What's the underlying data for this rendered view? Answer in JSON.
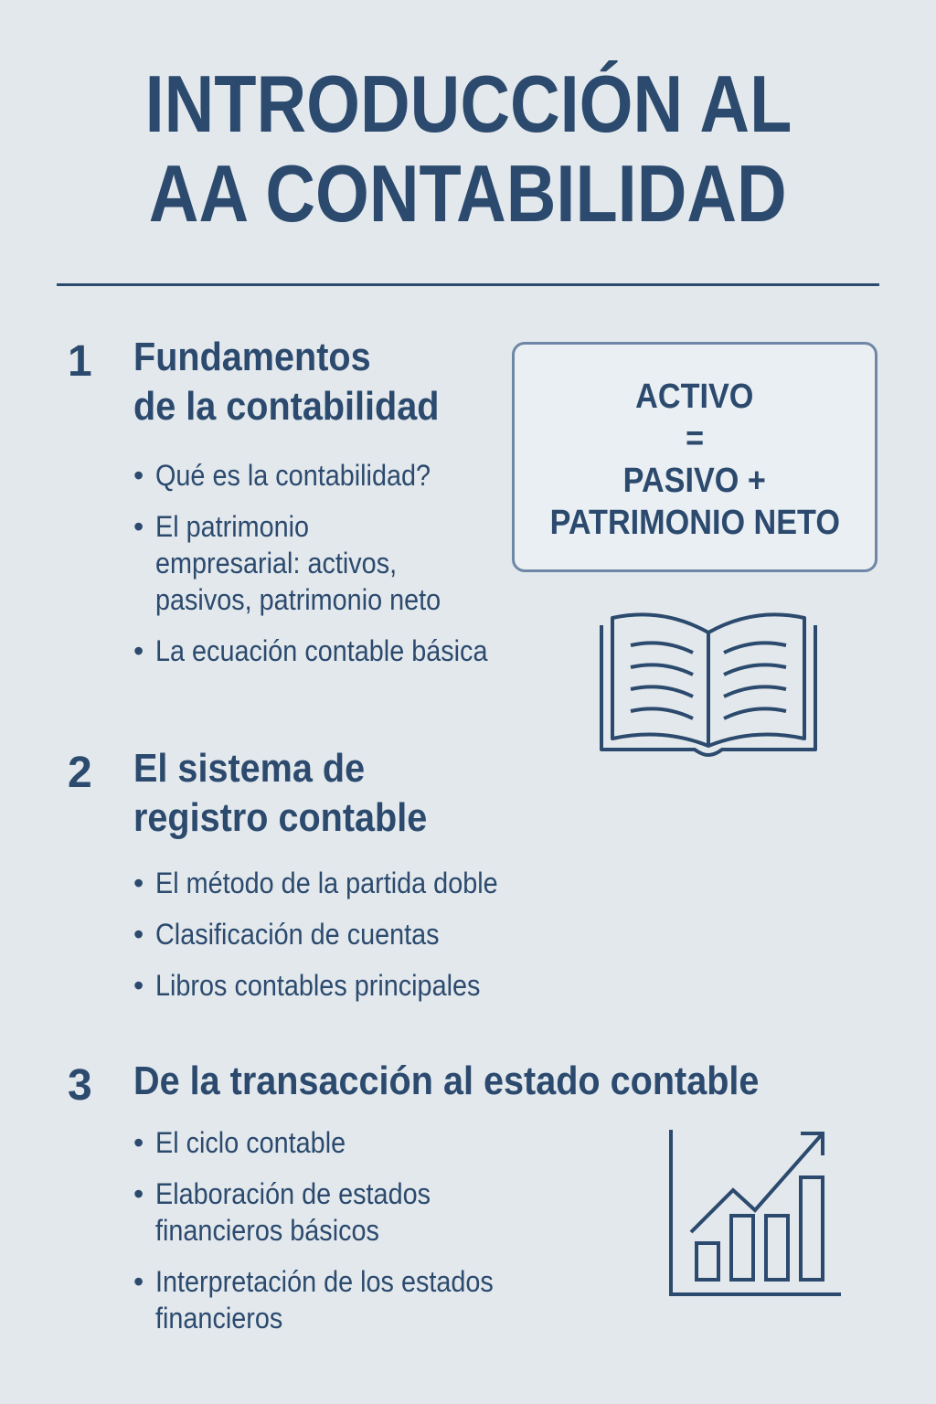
{
  "title": {
    "line1": "INTRODUCCIÓN AL",
    "line2": "AA CONTABILIDAD"
  },
  "sections": [
    {
      "number": "1",
      "heading": [
        "Fundamentos",
        "de la contabilidad"
      ],
      "items": [
        "Qué es la contabilidad?",
        "El patrimonio\nempresarial: activos,\npasivos, patrimonio neto",
        "La ecuación contable básica"
      ]
    },
    {
      "number": "2",
      "heading": [
        "El sistema de",
        "registro contable"
      ],
      "items": [
        "El método de la partida doble",
        "Clasificación de cuentas",
        "Libros contables principales"
      ]
    },
    {
      "number": "3",
      "heading": [
        "De la transacción al estado contable"
      ],
      "items": [
        "El ciclo contable",
        "Elaboración de estados\nfinancieros básicos",
        "Interpretación de los estados\nfinancieros"
      ]
    }
  ],
  "equation": {
    "line1": "ACTIVO",
    "line2": "=",
    "line3": "PASIVO +",
    "line4": "PATRIMONIO NETO"
  },
  "icons": [
    "open-book-icon",
    "bar-chart-growth-icon"
  ],
  "colors": {
    "primary": "#2b4a6e",
    "background": "#e3e8ec"
  }
}
